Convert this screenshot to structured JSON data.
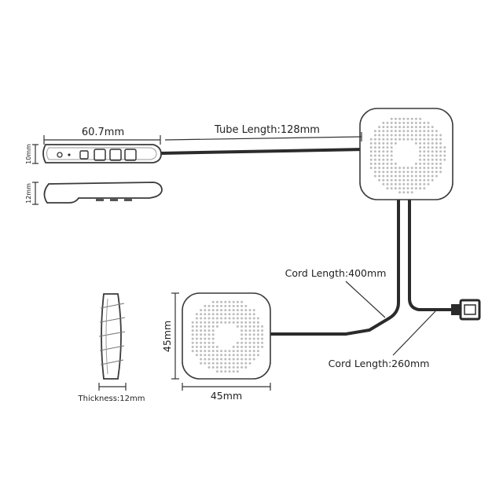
{
  "labels": {
    "control_width": "60.7mm",
    "control_height_top": "10mm",
    "control_height_side": "12mm",
    "tube_length": "Tube Length:128mm",
    "cord_length_long": "Cord Length:400mm",
    "cord_length_short": "Cord Length:260mm",
    "speaker_height": "45mm",
    "speaker_width": "45mm",
    "thickness": "Thickness:12mm"
  },
  "colors": {
    "cable": "#2b2b2b",
    "outline": "#3a3a3a",
    "dot": "#bdbdbd"
  }
}
